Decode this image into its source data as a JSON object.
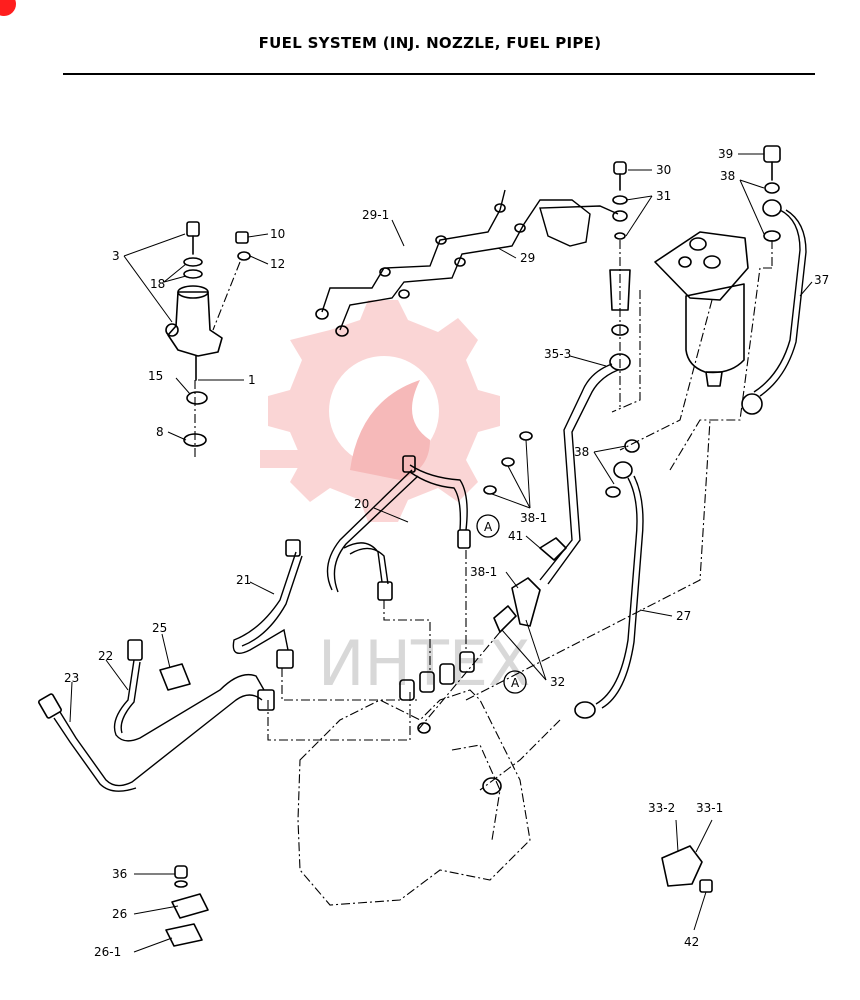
{
  "title": "FUEL SYSTEM (INJ. NOZZLE, FUEL PIPE)",
  "watermark": {
    "text": "ИНТЕХ",
    "gear_color": "#f08080"
  },
  "callouts": {
    "c1": "1",
    "c3": "3",
    "c8": "8",
    "c10": "10",
    "c12": "12",
    "c15": "15",
    "c18": "18",
    "c20": "20",
    "c21": "21",
    "c22": "22",
    "c23": "23",
    "c25": "25",
    "c26": "26",
    "c26_1": "26-1",
    "c27": "27",
    "c29": "29",
    "c29_1": "29-1",
    "c30": "30",
    "c31": "31",
    "c32": "32",
    "c33_1": "33-1",
    "c33_2": "33-2",
    "c35_3": "35-3",
    "c36": "36",
    "c37": "37",
    "c38a": "38",
    "c38b": "38",
    "c38_1a": "38-1",
    "c38_1b": "38-1",
    "c39": "39",
    "c41": "41",
    "c42": "42",
    "refA1": "A",
    "refA2": "A"
  },
  "colors": {
    "ink": "#000000",
    "accent": "#ff1e1e"
  }
}
